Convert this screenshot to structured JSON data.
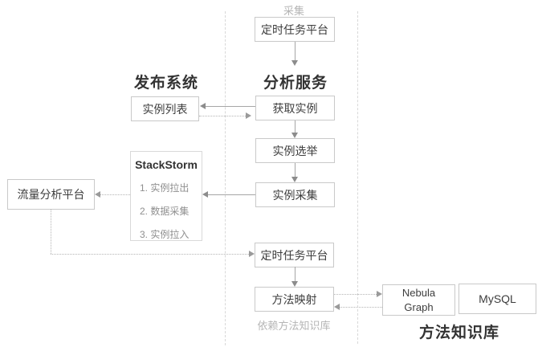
{
  "diagram": {
    "section_labels": {
      "top_note": "采集",
      "left_heading": "发布系统",
      "center_heading": "分析服务",
      "bottom_right_heading": "方法知识库",
      "bottom_note": "依赖方法知识库"
    },
    "nodes": {
      "scheduled_task_top": "定时任务平台",
      "instance_list": "实例列表",
      "fetch_instance": "获取实例",
      "instance_election": "实例选举",
      "instance_collection": "实例采集",
      "stackstorm": {
        "title": "StackStorm",
        "steps": [
          "1. 实例拉出",
          "2. 数据采集",
          "3. 实例拉入"
        ]
      },
      "traffic_analysis_platform": "流量分析平台",
      "scheduled_task_bottom": "定时任务平台",
      "method_mapping": "方法映射",
      "nebula_graph": "Nebula Graph",
      "mysql": "MySQL"
    },
    "colors": {
      "box_border": "#c9c9c9",
      "box_text": "#3d3d3d",
      "heading_text": "#333333",
      "muted_text": "#b5b5b5",
      "arrow_solid": "#a6a6a6",
      "arrow_dotted": "#b5b5b5",
      "guide_dashed": "#d8d8d8"
    }
  }
}
